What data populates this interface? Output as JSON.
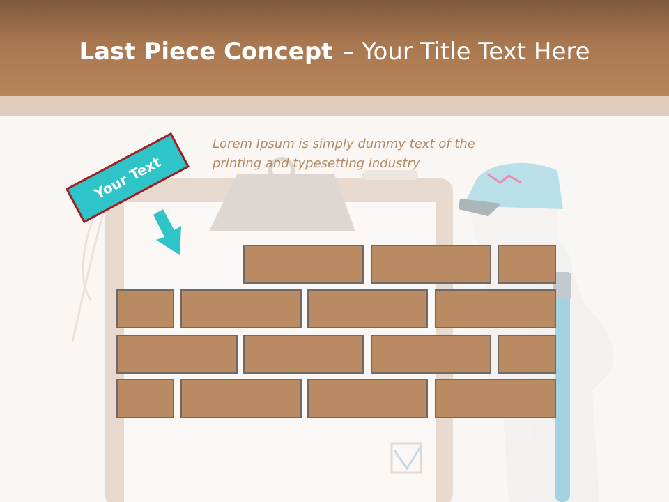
{
  "header": {
    "title_main": "Last Piece Concept",
    "title_rest": "– Your Title Text Here"
  },
  "body_text": "Lorem Ipsum is simply dummy text of the printing and typesetting industry",
  "tag": {
    "label": "Your Text"
  },
  "colors": {
    "header": "#b9845a",
    "brick": "#ba8b63",
    "brick_border": "#6e6a68",
    "tag": "#2fc4c7",
    "tag_border": "#a31d22",
    "body_text": "#b18b64"
  },
  "icons": [
    "clipboard-illustration",
    "worker-figure-illustration",
    "down-arrow-icon"
  ],
  "brick_rows": [
    [
      "brick",
      "brick",
      "brick"
    ],
    [
      "brick",
      "brick",
      "brick",
      "brick"
    ],
    [
      "brick",
      "brick",
      "brick",
      "brick"
    ],
    [
      "brick",
      "brick",
      "brick",
      "brick"
    ]
  ]
}
